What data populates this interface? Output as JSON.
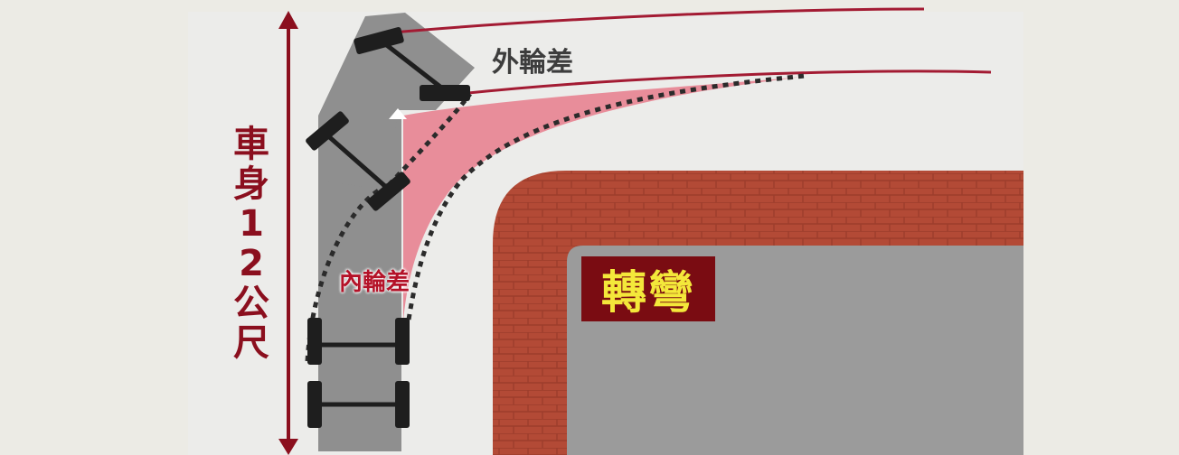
{
  "diagram": {
    "vehicle_length_label": "車身12公尺",
    "outer_wheel_difference_label": "外輪差",
    "inner_wheel_difference_label": "內輪差",
    "turn_sign_label": "轉彎"
  },
  "colors": {
    "page_background": "#ecebe5",
    "road": "#ececea",
    "brick": "#b34a36",
    "block": "#9b9b9b",
    "accent_red": "#8b0f1e",
    "inner_zone_fill": "#e87d8c",
    "trail_line": "#a31b33",
    "truck_body": "#8f8f8f",
    "wheels": "#1e1e1e",
    "sign_bg": "#7a0c12",
    "sign_text": "#f4e83a"
  },
  "icons": [
    "double-arrow-icon",
    "truck-icon",
    "wheel-icon"
  ]
}
